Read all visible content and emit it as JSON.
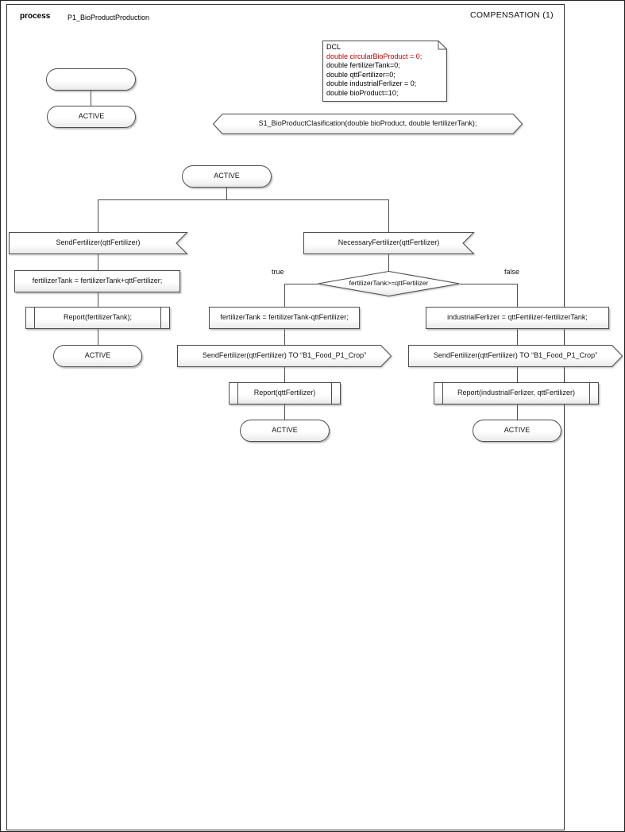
{
  "header": {
    "kind": "process",
    "name": "P1_BioProductProduction",
    "page": "COMPENSATION (1)"
  },
  "colors": {
    "shape_border": "#4d4d4d",
    "dcl_red": "#c00000"
  },
  "dcl": {
    "title": "DCL",
    "lines": [
      {
        "text": "double circularBioProduct = 0;",
        "color": "#c00000"
      },
      {
        "text": "double fertilizerTank=0;",
        "color": "#000000"
      },
      {
        "text": "double qttFertilizer=0;",
        "color": "#000000"
      },
      {
        "text": "double industrialFerlizer = 0;",
        "color": "#000000"
      },
      {
        "text": "double bioProduct=10;",
        "color": "#000000"
      }
    ]
  },
  "labels": {
    "active": "ACTIVE",
    "true": "true",
    "false": "false"
  },
  "flow": {
    "signal_declaration": "S1_BioProductClasification(double bioProduct, double fertilizerTank);",
    "left_branch": {
      "input": "SendFertilizer(qttFertilizer)",
      "task": "fertilizerTank = fertilizerTank+qttFertilizer;",
      "procedure": "Report(fertilizerTank);"
    },
    "right_branch_input": "NecessaryFertilizer(qttFertilizer)",
    "decision": "fertilizerTank>=qttFertilizer",
    "true_branch": {
      "task": "fertilizerTank = fertilizerTank-qttFertilizer;",
      "output": "SendFertilizer(qttFertilizer) TO “B1_Food_P1_Crop”",
      "procedure": "Report(qttFertilizer)"
    },
    "false_branch": {
      "task": "industrialFerlizer = qttFertilizer-fertilizerTank;",
      "output": "SendFertilizer(qttFertilizer) TO “B1_Food_P1_Crop”",
      "procedure": "Report(industrialFerlizer, qttFertilizer)"
    }
  }
}
